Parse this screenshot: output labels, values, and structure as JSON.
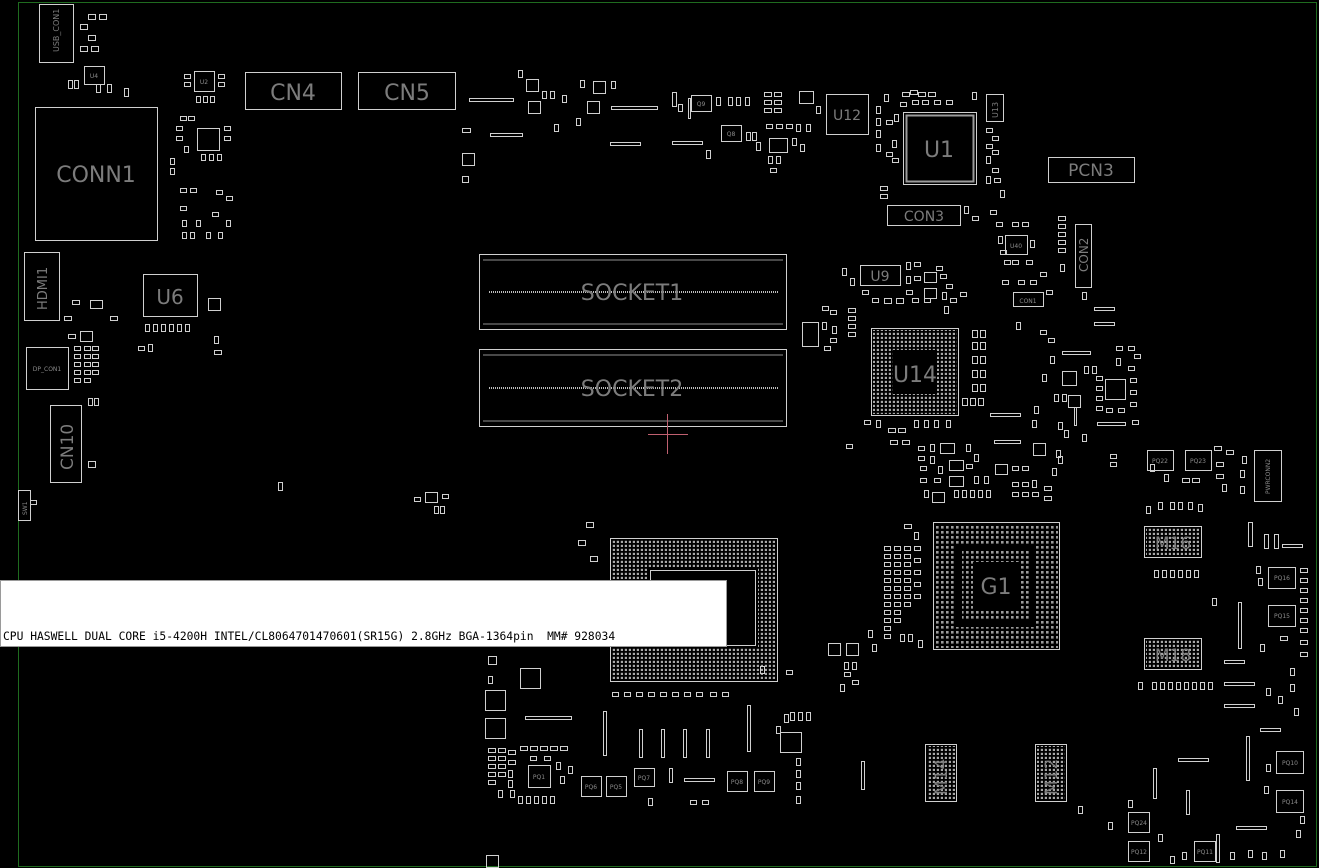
{
  "components": {
    "usb_con1": "USB_CON1",
    "cn4": "CN4",
    "cn5": "CN5",
    "conn1": "CONN1",
    "u12": "U12",
    "u1": "U1",
    "u13": "U13",
    "pcn3": "PCN3",
    "con3": "CON3",
    "con2": "CON2",
    "hdmi1": "HDMI1",
    "u6": "U6",
    "socket1": "SOCKET1",
    "socket2": "SOCKET2",
    "u9": "U9",
    "u14": "U14",
    "con1": "CON1",
    "dp_con1": "DP_CON1",
    "cn10": "CN10",
    "g1": "G1",
    "m16": "M16",
    "m18": "M18",
    "m14": "M14",
    "m12": "M12",
    "pq22": "PQ22",
    "pq23": "PQ23",
    "pwrconn2": "PWRCONN2",
    "pq16": "PQ16",
    "pq15": "PQ15",
    "pq10": "PQ10",
    "pq14": "PQ14",
    "pq24": "PQ24",
    "pq12": "PQ12",
    "pq11": "PQ11",
    "pq6": "PQ6",
    "pq5": "PQ5",
    "pq7": "PQ7",
    "pq8": "PQ8",
    "pq9": "PQ9",
    "pq1": "PQ1",
    "q9": "Q9",
    "q8": "Q8",
    "u2": "U2",
    "u4": "U4",
    "u40": "U40",
    "sw1": "SW1"
  },
  "tooltip": {
    "text": "CPU HASWELL DUAL CORE i5-4200H INTEL/CL8064701470601(SR15G) 2.8GHz BGA-1364pin  MM# 928034"
  },
  "colors": {
    "background": "#000000",
    "outline": "#d0d0d0",
    "label": "#7c7c7c",
    "board_edge": "#1f6b1f",
    "cursor": "#c06070"
  }
}
